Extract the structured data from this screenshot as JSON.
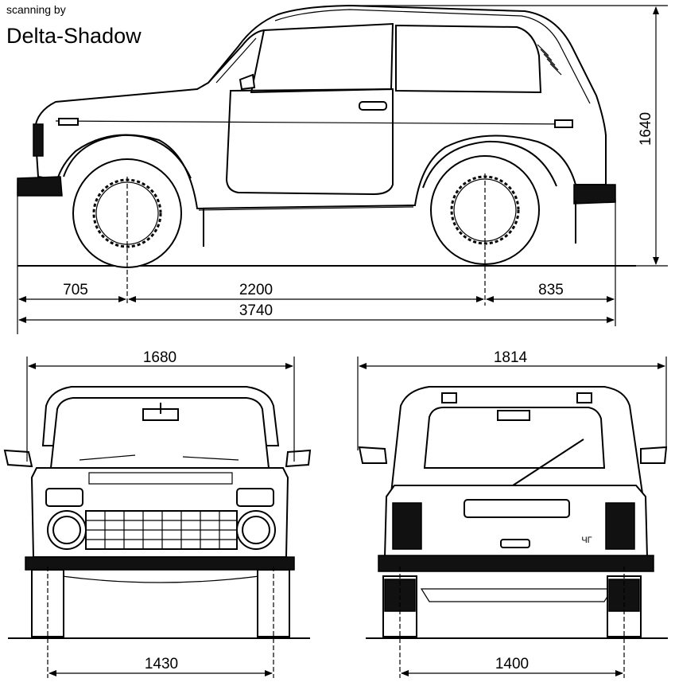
{
  "credit": {
    "line1": "scanning by",
    "line2": "Delta-Shadow"
  },
  "dimensions": {
    "front_overhang": "705",
    "wheelbase": "2200",
    "rear_overhang": "835",
    "overall_length": "3740",
    "height": "1640",
    "front_width": "1680",
    "rear_width": "1814",
    "front_track": "1430",
    "rear_track": "1400"
  },
  "rear_badge": "ЧГ"
}
